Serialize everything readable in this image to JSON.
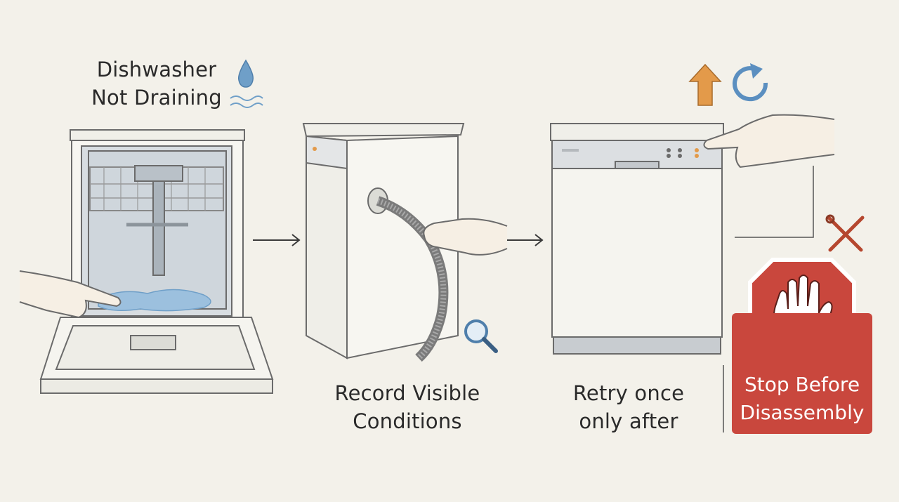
{
  "title": {
    "line1": "Dishwasher",
    "line2": "Not Draining"
  },
  "step2": {
    "line1": "Record Visible",
    "line2": "Conditions"
  },
  "step3": {
    "line1": "Retry once",
    "line2": "only after"
  },
  "stop": {
    "line1": "Stop Before",
    "line2": "Disassembly"
  },
  "icons": [
    "water-drop-icon",
    "water-waves-icon",
    "magnifier-icon",
    "up-arrow-icon",
    "refresh-icon",
    "tools-crossed-icon",
    "stop-hand-icon"
  ],
  "colors": {
    "background": "#f3f1ea",
    "stop_red": "#c9473d",
    "water_blue": "#6f9fc8",
    "arrow_orange": "#e39a4a",
    "refresh_blue": "#5b8fc0",
    "tool_red": "#b5472f"
  }
}
